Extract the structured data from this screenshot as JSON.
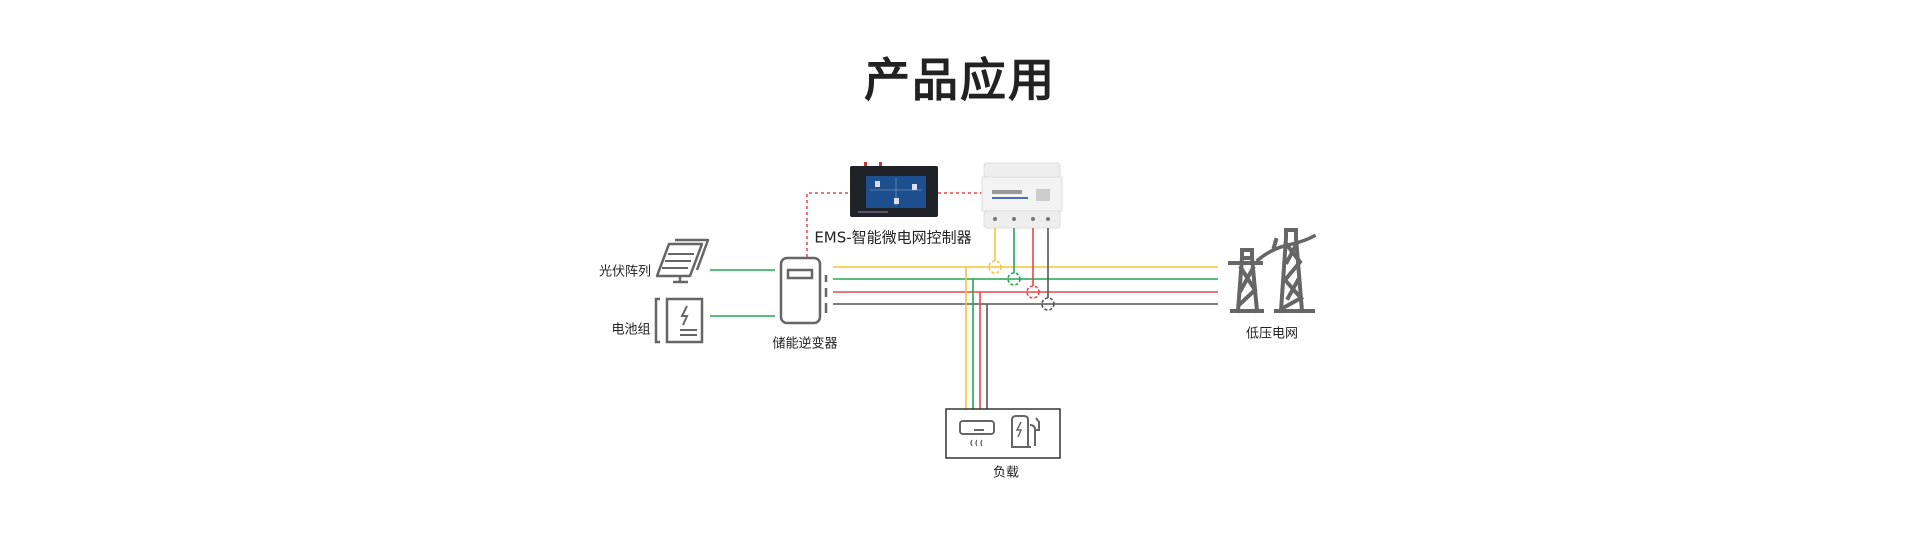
{
  "title": "产品应用",
  "labels": {
    "pv": "光伏阵列",
    "battery": "电池组",
    "inverter": "储能逆变器",
    "ems": "EMS-智能微电网控制器",
    "grid": "低压电网",
    "load": "负载"
  },
  "colors": {
    "phase_a": "#f5c43a",
    "phase_b": "#23a552",
    "phase_c": "#e8474a",
    "neutral": "#555555",
    "dc_line": "#23a552",
    "comm_line": "#e8474a",
    "icon": "#666666"
  }
}
